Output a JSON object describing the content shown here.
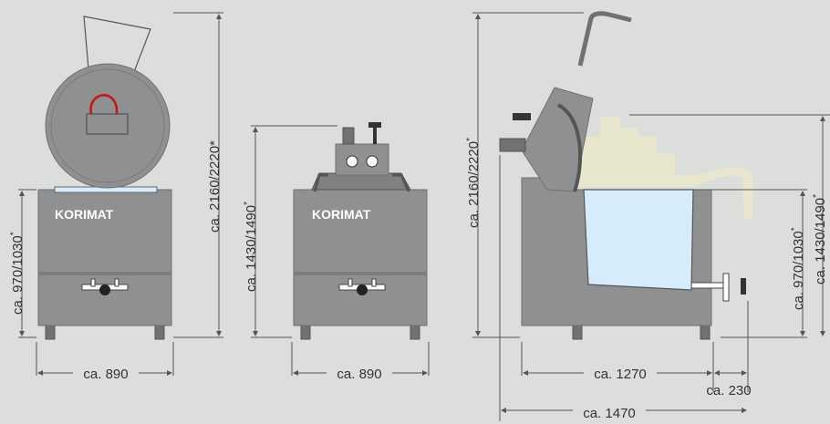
{
  "views": {
    "front": {
      "brand": "KORIMAT",
      "dim_height_body": "ca. 970/1030",
      "dim_height_body_mark": "*",
      "dim_height_total": "ca. 2160/2220*",
      "dim_width": "ca. 890"
    },
    "front_lid_closed": {
      "brand": "KORIMAT",
      "dim_height_total": "ca. 1430/1490",
      "dim_height_total_mark": "*",
      "dim_width": "ca. 890"
    },
    "side": {
      "dim_height_open": "ca. 2160/2220",
      "dim_height_open_mark": "*",
      "dim_height_body": "ca. 970/1030",
      "dim_height_body_mark": "*",
      "dim_height_closed": "ca. 1430/1490",
      "dim_height_closed_mark": "*",
      "dim_depth": "ca. 1270",
      "dim_extra": "ca. 230",
      "dim_total_depth": "ca. 1470"
    }
  },
  "colors": {
    "background": "#dcdedc",
    "machine": "#8e9092",
    "tank": "#d7ecfa",
    "ghost": "#e8e6cc",
    "handle_red": "#cc1111"
  }
}
